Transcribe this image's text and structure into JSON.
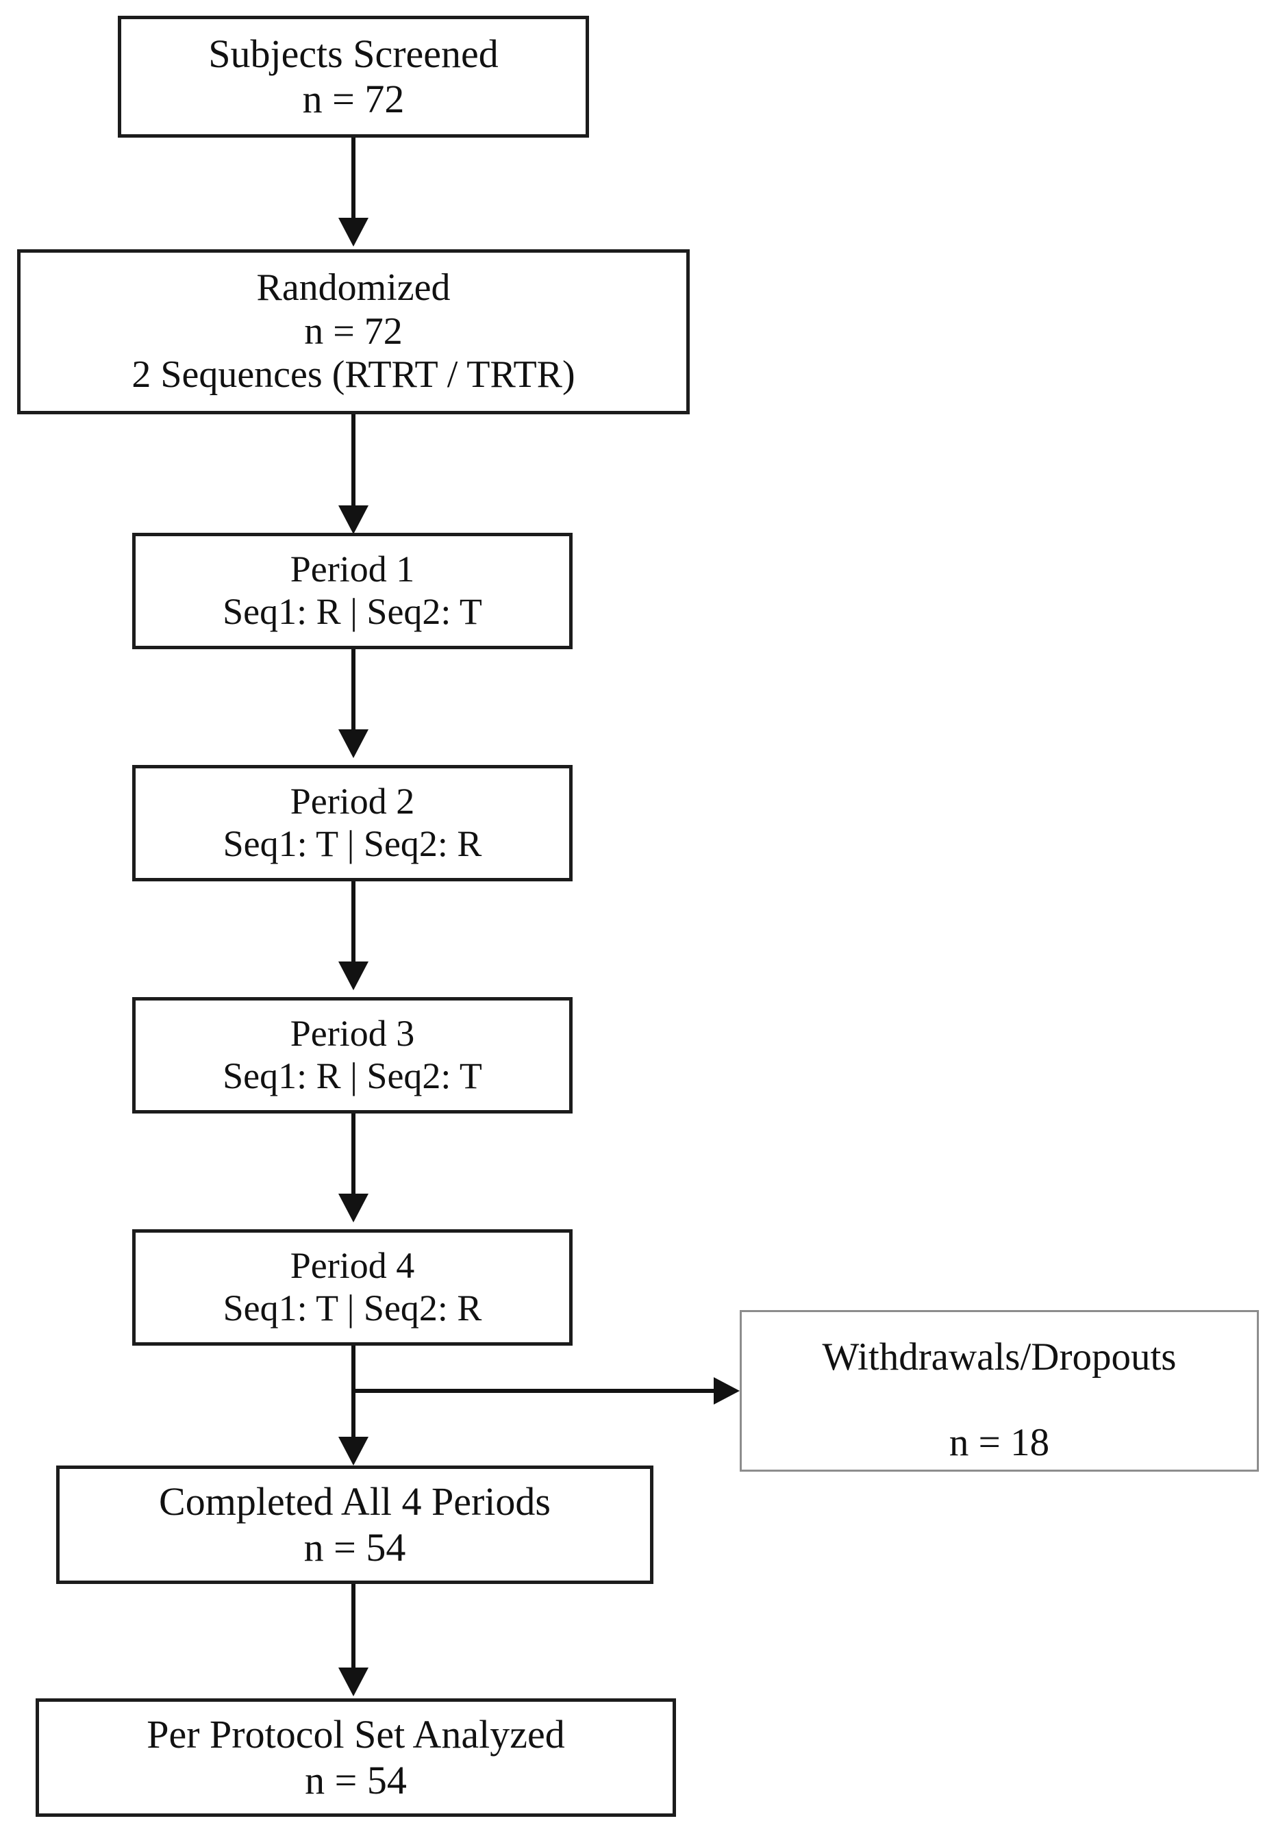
{
  "diagram": {
    "type": "flowchart",
    "title": "Clinical trial CONSORT-style participant flow diagram",
    "orientation": "top-to-bottom",
    "nodes": [
      {
        "id": "screened",
        "lines": [
          "Subjects Screened",
          "n = 72"
        ],
        "border_color": "#1c1c1c"
      },
      {
        "id": "randomized",
        "lines": [
          "Randomized",
          "n = 72",
          "2 Sequences (RTRT / TRTR)"
        ],
        "border_color": "#1c1c1c"
      },
      {
        "id": "period-1",
        "lines": [
          "Period 1",
          "Seq1: R | Seq2: T"
        ],
        "border_color": "#1c1c1c"
      },
      {
        "id": "period-2",
        "lines": [
          "Period 2",
          "Seq1: T | Seq2: R"
        ],
        "border_color": "#1c1c1c"
      },
      {
        "id": "period-3",
        "lines": [
          "Period 3",
          "Seq1: R | Seq2: T"
        ],
        "border_color": "#1c1c1c"
      },
      {
        "id": "period-4",
        "lines": [
          "Period 4",
          "Seq1: T | Seq2: R"
        ],
        "border_color": "#1c1c1c"
      },
      {
        "id": "withdrawals",
        "lines": [
          "Withdrawals/Dropouts",
          "n = 18"
        ],
        "border_color": "#8d8d8d"
      },
      {
        "id": "completed",
        "lines": [
          "Completed All 4 Periods",
          "n = 54"
        ],
        "border_color": "#1c1c1c"
      },
      {
        "id": "per-protocol",
        "lines": [
          "Per Protocol Set Analyzed",
          "n = 54"
        ],
        "border_color": "#1c1c1c"
      }
    ],
    "edges": [
      {
        "from": "screened",
        "to": "randomized",
        "direction": "down"
      },
      {
        "from": "randomized",
        "to": "period-1",
        "direction": "down"
      },
      {
        "from": "period-1",
        "to": "period-2",
        "direction": "down"
      },
      {
        "from": "period-2",
        "to": "period-3",
        "direction": "down"
      },
      {
        "from": "period-3",
        "to": "period-4",
        "direction": "down"
      },
      {
        "from": "period-4",
        "to": "completed",
        "direction": "down"
      },
      {
        "from": "period-4",
        "to": "withdrawals",
        "direction": "right"
      },
      {
        "from": "completed",
        "to": "per-protocol",
        "direction": "down"
      }
    ],
    "counts": {
      "screened": 72,
      "randomized": 72,
      "withdrawals": 18,
      "completed": 54,
      "analyzed": 54
    }
  }
}
